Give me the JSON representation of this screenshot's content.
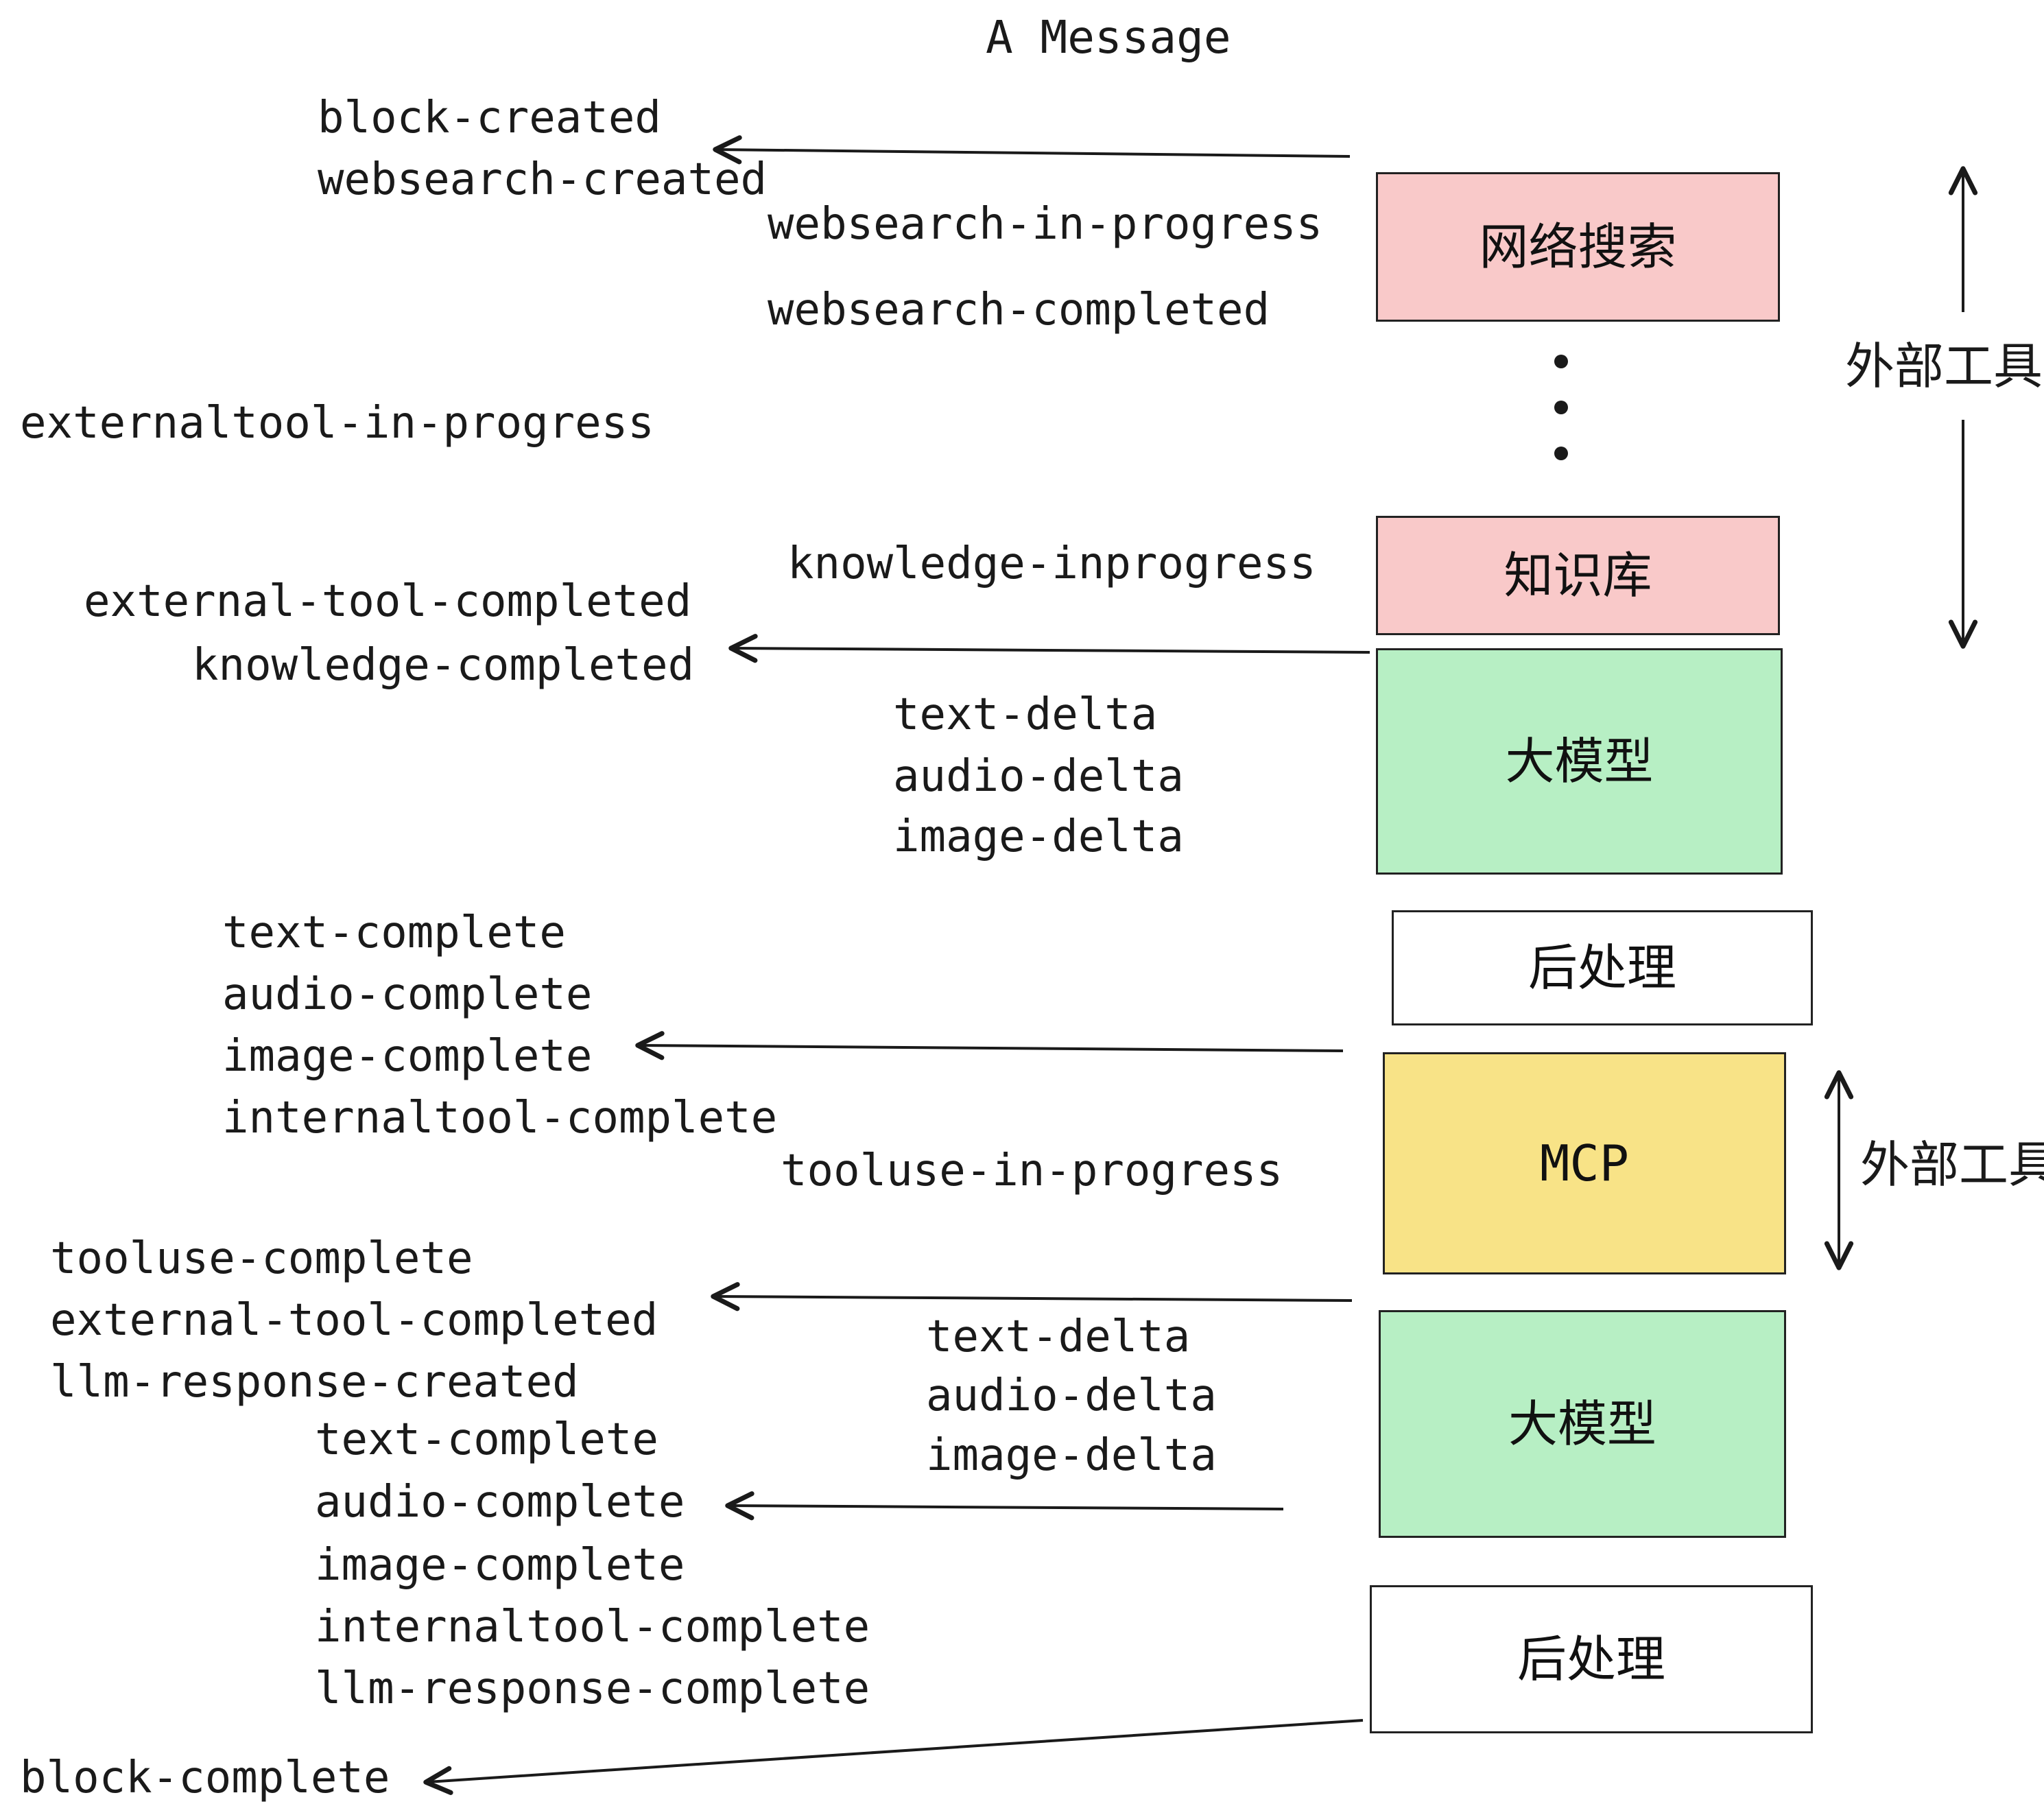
{
  "title": "A Message",
  "boxes": {
    "websearch": {
      "label": "网络搜索",
      "color": "#F9C9C9"
    },
    "knowledge": {
      "label": "知识库",
      "color": "#F9C9C9"
    },
    "llm1": {
      "label": "大模型",
      "color": "#B7EFC4"
    },
    "post1": {
      "label": "后处理",
      "color": "#FFFFFF"
    },
    "mcp": {
      "label": "MCP",
      "color": "#F8E387"
    },
    "llm2": {
      "label": "大模型",
      "color": "#B7EFC4"
    },
    "post2": {
      "label": "后处理",
      "color": "#FFFFFF"
    }
  },
  "side_labels": {
    "external_tool_top": "外部工具",
    "external_tool_bottom": "外部工具"
  },
  "events": {
    "block_created": "block-created",
    "websearch_created": "websearch-created",
    "websearch_in_progress": "websearch-in-progress",
    "websearch_completed": "websearch-completed",
    "externaltool_in_progress": "externaltool-in-progress",
    "knowledge_inprogress": "knowledge-inprogress",
    "external_tool_completed": "external-tool-completed",
    "knowledge_completed": "knowledge-completed",
    "text_delta_1": "text-delta",
    "audio_delta_1": "audio-delta",
    "image_delta_1": "image-delta",
    "text_complete_1": "text-complete",
    "audio_complete_1": "audio-complete",
    "image_complete_1": "image-complete",
    "internaltool_complete_1": "internaltool-complete",
    "tooluse_in_progress": "tooluse-in-progress",
    "tooluse_complete": "tooluse-complete",
    "external_tool_completed_2": "external-tool-completed",
    "llm_response_created": "llm-response-created",
    "text_delta_2": "text-delta",
    "audio_delta_2": "audio-delta",
    "image_delta_2": "image-delta",
    "text_complete_2": "text-complete",
    "audio_complete_2": "audio-complete",
    "image_complete_2": "image-complete",
    "internaltool_complete_2": "internaltool-complete",
    "llm_response_complete": "llm-response-complete",
    "block_complete": "block-complete"
  }
}
